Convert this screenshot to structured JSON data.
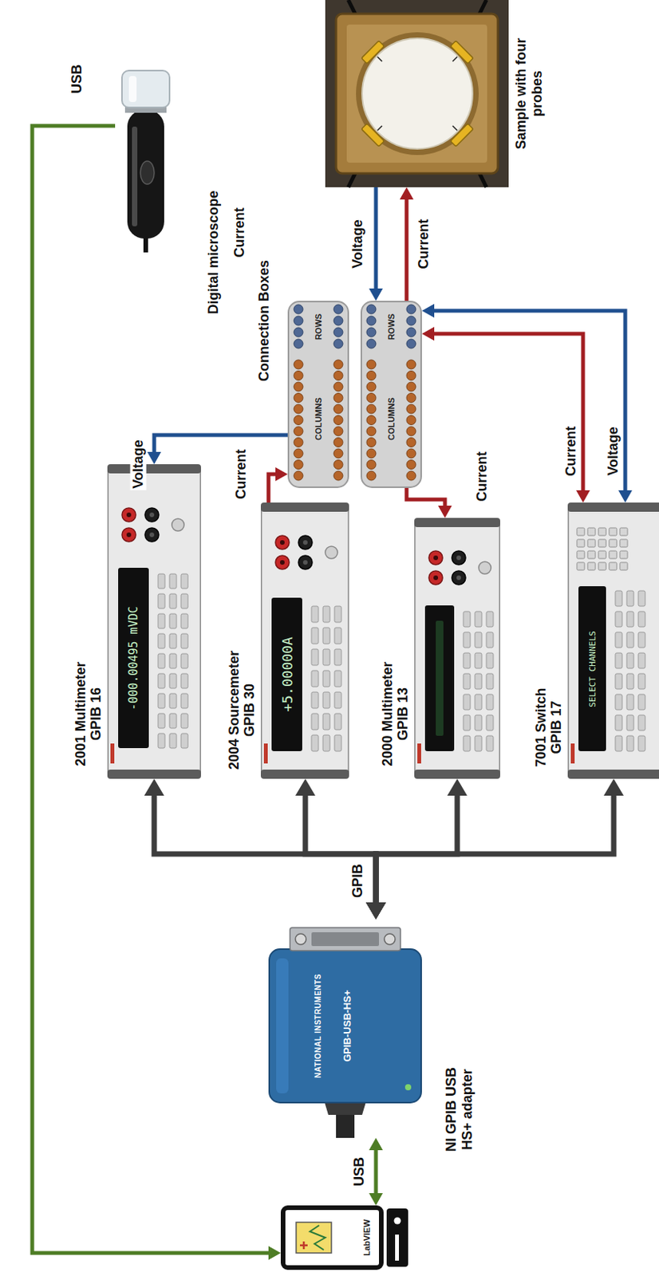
{
  "diagram": {
    "nodes": [
      {
        "text": [
          "LabVIEW"
        ]
      },
      {
        "text": [
          "NATIONAL INSTRUMENTS",
          "GPIB-USB-HS+",
          "NI GPIB USB HS+ adapter"
        ]
      },
      {
        "text": [
          "2001 Multimeter GPIB 16",
          "-000.00495 mVDC"
        ]
      },
      {
        "text": [
          "2004 Sourcemeter GPIB 30",
          "+5.00000A"
        ]
      },
      {
        "text": [
          "2000 Multimeter GPIB 13"
        ]
      },
      {
        "text": [
          "7001 Switch GPIB 17",
          "SELECT CHANNELS"
        ]
      },
      {
        "text": [
          "COLUMNS",
          "ROWS"
        ]
      },
      {
        "text": [
          "COLUMNS",
          "ROWS"
        ]
      },
      {
        "text": [
          "Digital microscope"
        ]
      },
      {
        "text": [
          "Sample with four probes"
        ]
      }
    ],
    "edges": [
      {
        "from": 0,
        "to": 1,
        "arrow": "both",
        "label": "USB"
      },
      {
        "from": 1,
        "to": 2,
        "arrow": "both"
      },
      {
        "from": 1,
        "to": 3,
        "arrow": "both"
      },
      {
        "from": 1,
        "to": 4,
        "arrow": "both"
      },
      {
        "from": 1,
        "to": 5,
        "arrow": "both"
      },
      {
        "from": 8,
        "to": 0,
        "arrow": "to",
        "label": "USB"
      },
      {
        "from": 6,
        "to": 2,
        "arrow": "to",
        "label": "Voltage"
      },
      {
        "from": 3,
        "to": 6,
        "arrow": "to",
        "label": "Current"
      },
      {
        "from": 7,
        "to": 4,
        "arrow": "to",
        "label": "Current"
      },
      {
        "from": 7,
        "to": 5,
        "arrow": "both",
        "label": "Current"
      },
      {
        "from": 7,
        "to": 5,
        "arrow": "both",
        "label": "Voltage"
      },
      {
        "from": 9,
        "to": 7,
        "arrow": "to",
        "label": "Voltage"
      },
      {
        "from": 7,
        "to": 9,
        "arrow": "to",
        "label": "Current"
      }
    ],
    "labels": [
      "GPIB",
      "Connection Boxes",
      "Current"
    ]
  }
}
